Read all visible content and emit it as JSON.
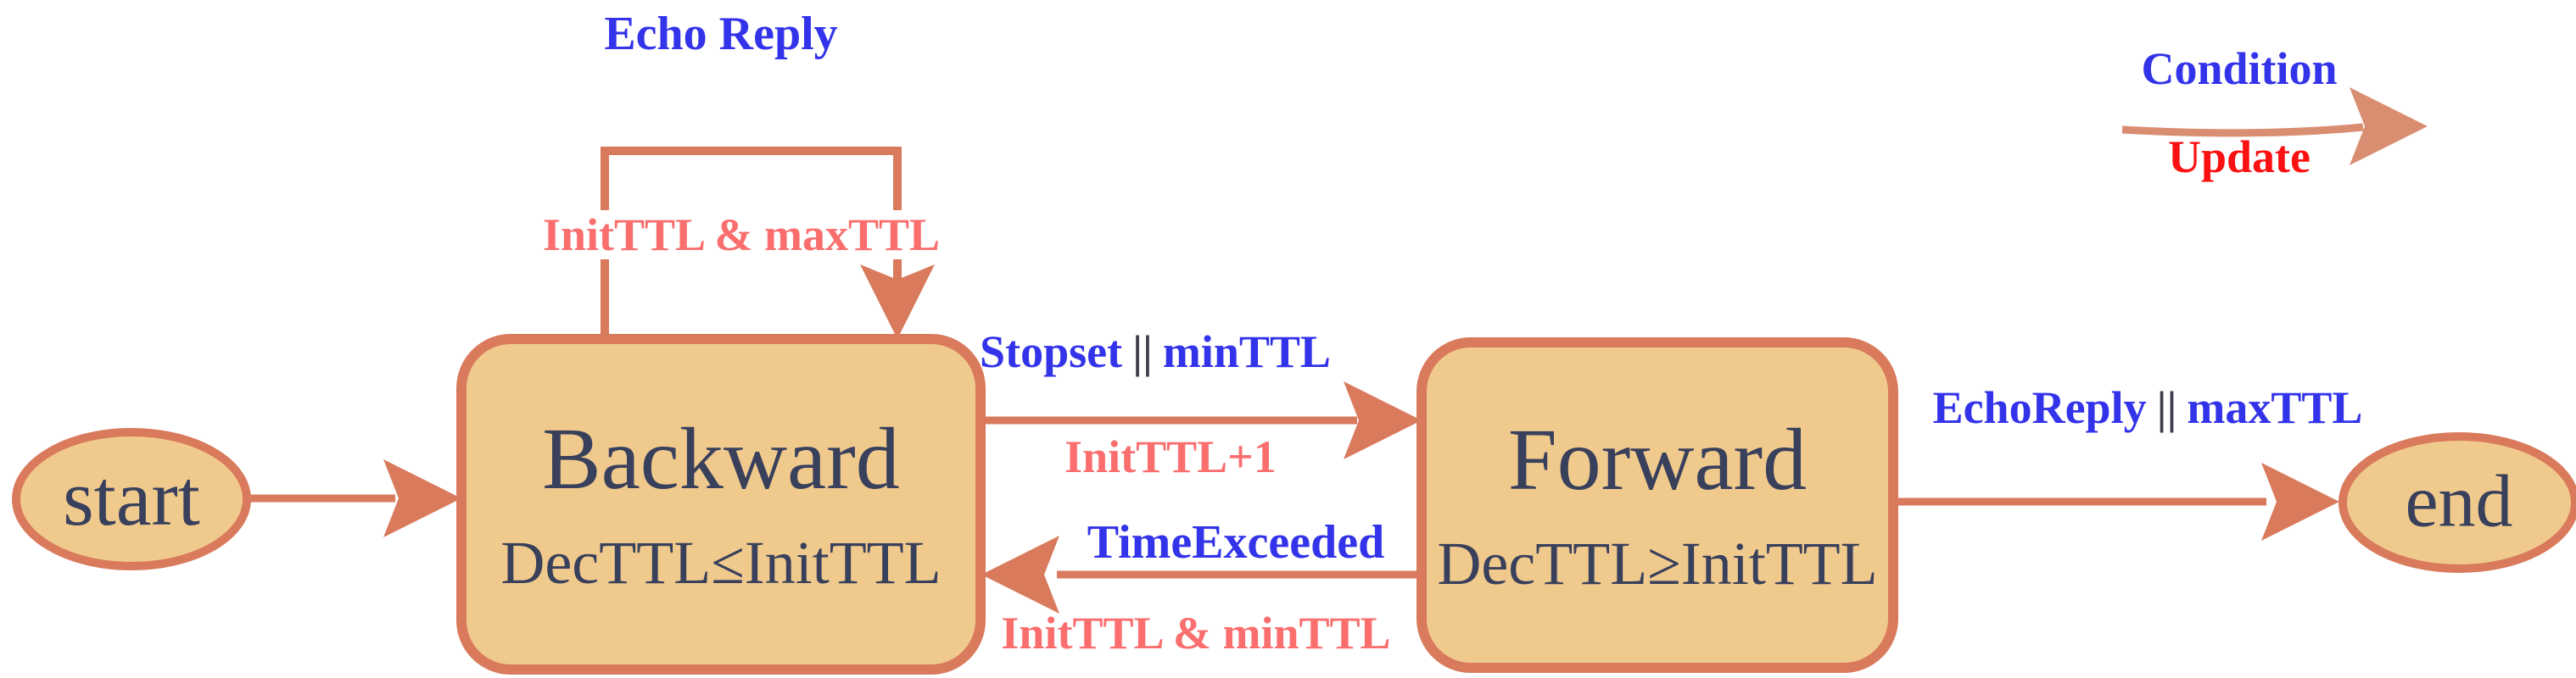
{
  "diagram": {
    "title_hint": "TTL state machine diagram",
    "legend": {
      "condition": "Condition",
      "update": "Update"
    },
    "nodes": {
      "start": {
        "label": "start"
      },
      "end": {
        "label": "end"
      },
      "backward": {
        "title": "Backward",
        "subtitle": "DecTTL≤InitTTL"
      },
      "forward": {
        "title": "Forward",
        "subtitle": "DecTTL≥InitTTL"
      }
    },
    "transitions": {
      "self_loop_on_backward": {
        "condition": "Echo Reply",
        "update": "InitTTL &  maxTTL"
      },
      "backward_to_forward": {
        "condition_left": "Stopset",
        "condition_sep": "||",
        "condition_right": "minTTL",
        "update": "InitTTL+1"
      },
      "forward_to_backward": {
        "condition": "TimeExceeded",
        "update": "InitTTL & minTTL"
      },
      "forward_to_end": {
        "condition_left": "EchoReply",
        "condition_sep": "||",
        "condition_right": "maxTTL"
      }
    },
    "colors": {
      "node_fill": "#f0ca8d",
      "node_border": "#d97a5c",
      "arrow": "#d97a5c",
      "node_text": "#39405c",
      "condition_text": "#3333ea",
      "update_text_salmon": "#fa6e6e",
      "legend_update_text": "#fb1111",
      "separator_text": "#3e3e4e",
      "background": "#ffffff"
    }
  }
}
